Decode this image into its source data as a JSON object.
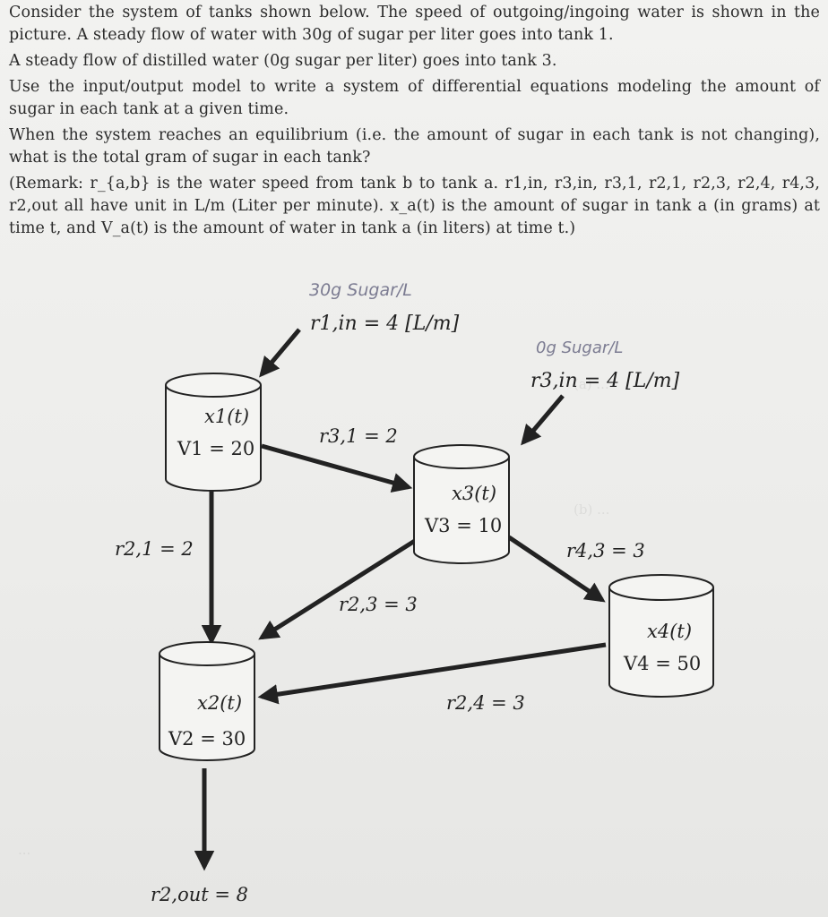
{
  "problem": {
    "p1": "Consider the system of tanks shown below. The speed of outgoing/ingoing water is shown in the picture. A steady flow of water with 30g of sugar per liter goes into tank 1.",
    "p2": "A steady flow of distilled water (0g sugar per liter) goes into tank 3.",
    "p3": "Use the input/output model to write a system of differential equations modeling the amount of sugar in each tank at a given time.",
    "p4": "When the system reaches an equilibrium (i.e. the amount of sugar in each tank is not changing), what is the total gram of sugar in each tank?",
    "p5": "(Remark: r_{a,b} is the water speed from tank b to tank a. r1,in, r3,in, r3,1, r2,1, r2,3, r2,4, r4,3, r2,out all have unit in L/m (Liter per minute). x_a(t) is the amount of sugar in tank a (in grams) at time t, and V_a(t) is the amount of water in tank a (in liters) at time t.)"
  },
  "diagram": {
    "hand_note_1": "30g Sugar/L",
    "hand_note_2": "0g Sugar/L",
    "inflow_1": "r1,in = 4 [L/m]",
    "inflow_3": "r3,in = 4 [L/m]",
    "tanks": [
      {
        "id": "tank-1",
        "amount": "x1(t)",
        "volume": "V1 = 20"
      },
      {
        "id": "tank-2",
        "amount": "x2(t)",
        "volume": "V2 = 30"
      },
      {
        "id": "tank-3",
        "amount": "x3(t)",
        "volume": "V3 = 10"
      },
      {
        "id": "tank-4",
        "amount": "x4(t)",
        "volume": "V4 = 50"
      }
    ],
    "flows": {
      "r31": "r3,1 = 2",
      "r21": "r2,1 = 2",
      "r43": "r4,3 = 3",
      "r23": "r2,3 = 3",
      "r24": "r2,4 = 3",
      "r2out": "r2,out = 8"
    }
  },
  "colors": {
    "ink": "#222222",
    "paper": "#ededeb",
    "pencil": "#7c7c92"
  }
}
